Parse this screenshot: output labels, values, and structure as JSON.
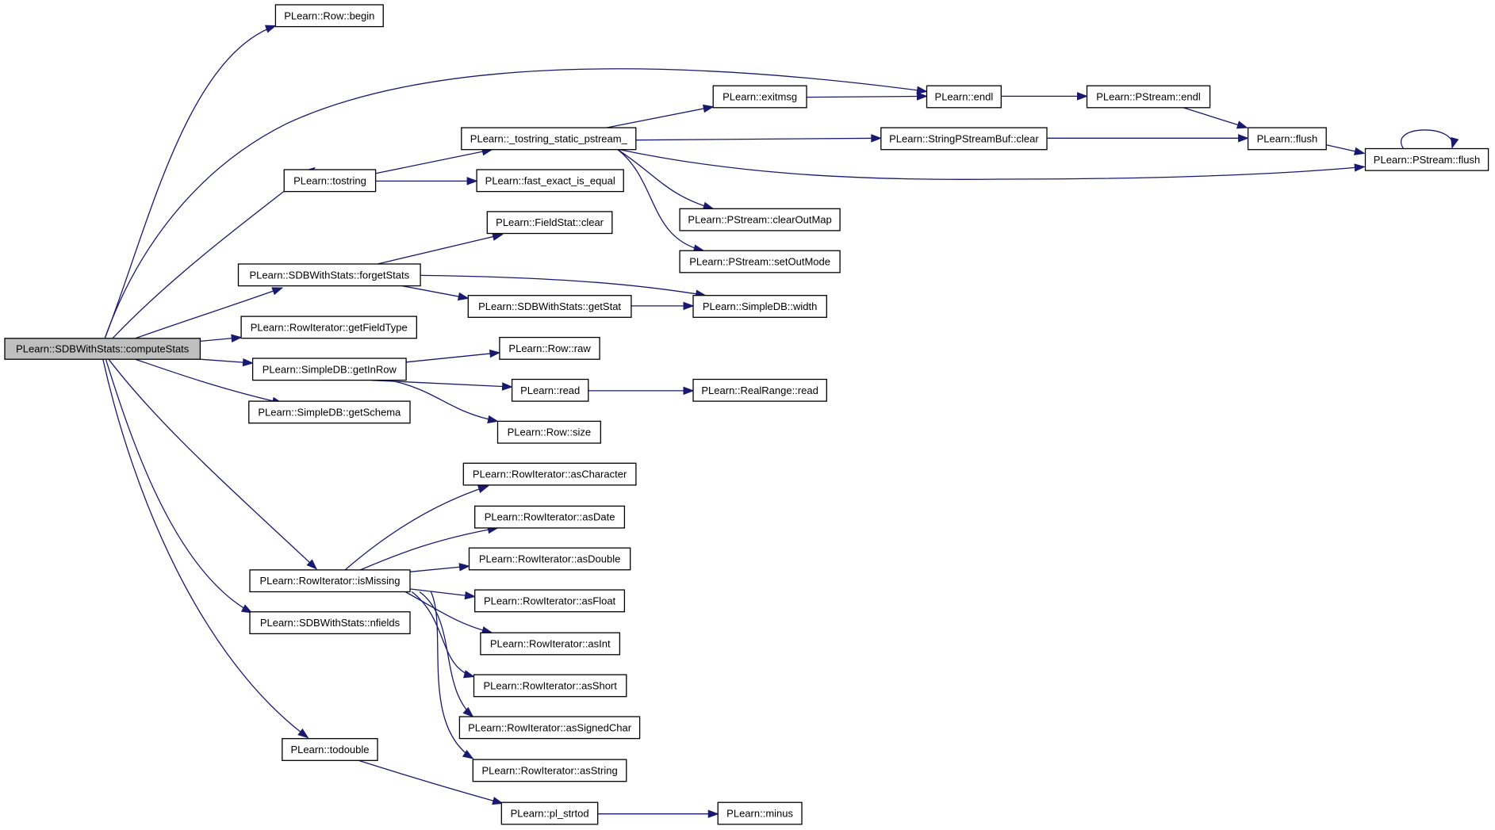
{
  "diagram": {
    "type": "call-graph",
    "colors": {
      "edge": "#191970",
      "root_fill": "#bfbfbf",
      "node_fill": "#ffffff",
      "node_border": "#000000"
    },
    "nodes": [
      {
        "id": "computeStats",
        "label": "PLearn::SDBWithStats::computeStats",
        "root": true
      },
      {
        "id": "row_begin",
        "label": "PLearn::Row::begin"
      },
      {
        "id": "endl",
        "label": "PLearn::endl"
      },
      {
        "id": "pstream_endl",
        "label": "PLearn::PStream::endl"
      },
      {
        "id": "exitmsg",
        "label": "PLearn::exitmsg"
      },
      {
        "id": "tostring_static",
        "label": "PLearn::_tostring_static_pstream_"
      },
      {
        "id": "flush",
        "label": "PLearn::flush"
      },
      {
        "id": "pstream_flush",
        "label": "PLearn::PStream::flush"
      },
      {
        "id": "spbuf_clear",
        "label": "PLearn::StringPStreamBuf::clear"
      },
      {
        "id": "tostring",
        "label": "PLearn::tostring"
      },
      {
        "id": "fast_exact",
        "label": "PLearn::fast_exact_is_equal"
      },
      {
        "id": "clearOutMap",
        "label": "PLearn::PStream::clearOutMap"
      },
      {
        "id": "fieldstat_clear",
        "label": "PLearn::FieldStat::clear"
      },
      {
        "id": "setOutMode",
        "label": "PLearn::PStream::setOutMode"
      },
      {
        "id": "forgetStats",
        "label": "PLearn::SDBWithStats::forgetStats"
      },
      {
        "id": "getStat",
        "label": "PLearn::SDBWithStats::getStat"
      },
      {
        "id": "width",
        "label": "PLearn::SimpleDB::width"
      },
      {
        "id": "getFieldType",
        "label": "PLearn::RowIterator::getFieldType"
      },
      {
        "id": "row_raw",
        "label": "PLearn::Row::raw"
      },
      {
        "id": "getInRow",
        "label": "PLearn::SimpleDB::getInRow"
      },
      {
        "id": "read",
        "label": "PLearn::read"
      },
      {
        "id": "rr_read",
        "label": "PLearn::RealRange::read"
      },
      {
        "id": "getSchema",
        "label": "PLearn::SimpleDB::getSchema"
      },
      {
        "id": "row_size",
        "label": "PLearn::Row::size"
      },
      {
        "id": "asCharacter",
        "label": "PLearn::RowIterator::asCharacter"
      },
      {
        "id": "asDate",
        "label": "PLearn::RowIterator::asDate"
      },
      {
        "id": "asDouble",
        "label": "PLearn::RowIterator::asDouble"
      },
      {
        "id": "isMissing",
        "label": "PLearn::RowIterator::isMissing"
      },
      {
        "id": "asFloat",
        "label": "PLearn::RowIterator::asFloat"
      },
      {
        "id": "nfields",
        "label": "PLearn::SDBWithStats::nfields"
      },
      {
        "id": "asInt",
        "label": "PLearn::RowIterator::asInt"
      },
      {
        "id": "asShort",
        "label": "PLearn::RowIterator::asShort"
      },
      {
        "id": "asSignedChar",
        "label": "PLearn::RowIterator::asSignedChar"
      },
      {
        "id": "todouble",
        "label": "PLearn::todouble"
      },
      {
        "id": "asString",
        "label": "PLearn::RowIterator::asString"
      },
      {
        "id": "pl_strtod",
        "label": "PLearn::pl_strtod"
      },
      {
        "id": "minus",
        "label": "PLearn::minus"
      }
    ],
    "edges": [
      [
        "computeStats",
        "row_begin"
      ],
      [
        "computeStats",
        "endl"
      ],
      [
        "computeStats",
        "tostring"
      ],
      [
        "computeStats",
        "forgetStats"
      ],
      [
        "computeStats",
        "getFieldType"
      ],
      [
        "computeStats",
        "getInRow"
      ],
      [
        "computeStats",
        "getSchema"
      ],
      [
        "computeStats",
        "isMissing"
      ],
      [
        "computeStats",
        "nfields"
      ],
      [
        "computeStats",
        "todouble"
      ],
      [
        "endl",
        "pstream_endl"
      ],
      [
        "pstream_endl",
        "flush"
      ],
      [
        "flush",
        "pstream_flush"
      ],
      [
        "pstream_flush",
        "pstream_flush"
      ],
      [
        "exitmsg",
        "endl"
      ],
      [
        "tostring_static",
        "exitmsg"
      ],
      [
        "tostring_static",
        "spbuf_clear"
      ],
      [
        "tostring_static",
        "pstream_flush"
      ],
      [
        "tostring_static",
        "clearOutMap"
      ],
      [
        "tostring_static",
        "setOutMode"
      ],
      [
        "spbuf_clear",
        "flush"
      ],
      [
        "tostring",
        "tostring_static"
      ],
      [
        "tostring",
        "fast_exact"
      ],
      [
        "forgetStats",
        "fieldstat_clear"
      ],
      [
        "forgetStats",
        "getStat"
      ],
      [
        "forgetStats",
        "width"
      ],
      [
        "getStat",
        "width"
      ],
      [
        "getInRow",
        "row_raw"
      ],
      [
        "getInRow",
        "read"
      ],
      [
        "getInRow",
        "row_size"
      ],
      [
        "read",
        "rr_read"
      ],
      [
        "isMissing",
        "asCharacter"
      ],
      [
        "isMissing",
        "asDate"
      ],
      [
        "isMissing",
        "asDouble"
      ],
      [
        "isMissing",
        "asFloat"
      ],
      [
        "isMissing",
        "asInt"
      ],
      [
        "isMissing",
        "asShort"
      ],
      [
        "isMissing",
        "asSignedChar"
      ],
      [
        "isMissing",
        "asString"
      ],
      [
        "todouble",
        "pl_strtod"
      ],
      [
        "pl_strtod",
        "minus"
      ]
    ]
  }
}
